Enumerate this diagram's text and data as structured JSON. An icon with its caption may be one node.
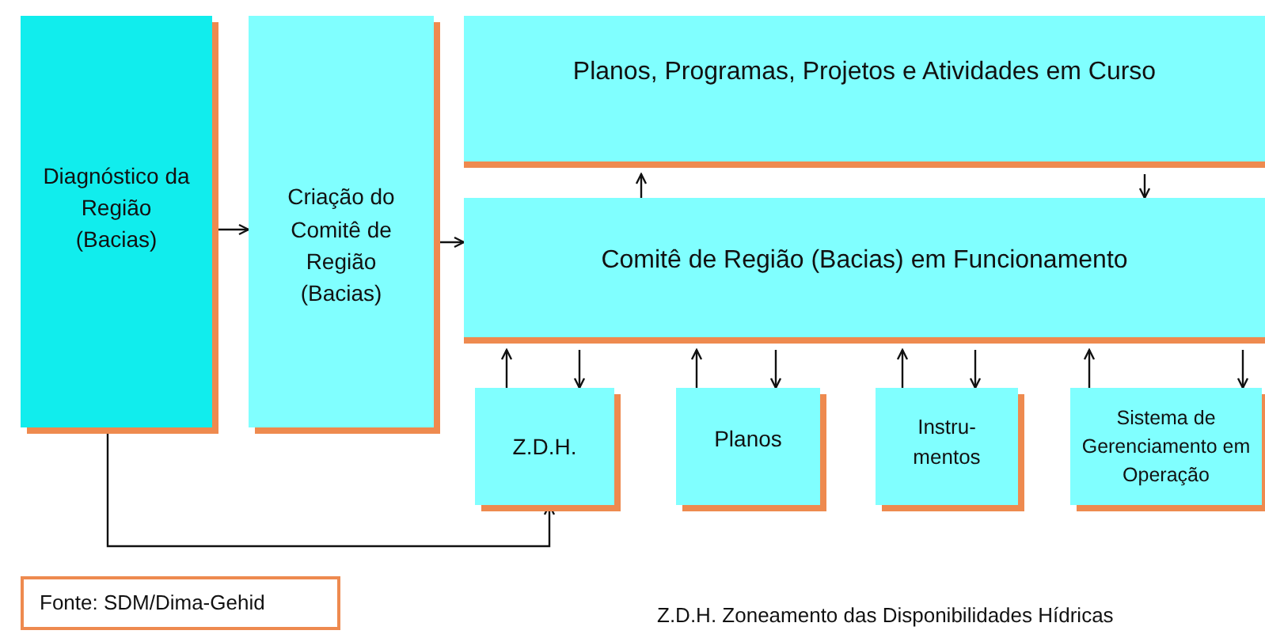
{
  "diagram": {
    "nodes": [
      {
        "text": [
          "Diagnóstico da Região (Bacias)"
        ]
      },
      {
        "text": [
          "Criação do Comitê de Região (Bacias)"
        ]
      },
      {
        "text": [
          "Planos, Programas, Projetos e Atividades em Curso"
        ]
      },
      {
        "text": [
          "Comitê de Região (Bacias) em Funcionamento"
        ]
      },
      {
        "text": [
          "Z.D.H."
        ]
      },
      {
        "text": [
          "Planos"
        ]
      },
      {
        "text": [
          "Instru- mentos"
        ]
      },
      {
        "text": [
          "Sistema de Gerenciamento em Operação"
        ]
      },
      {
        "text": [
          "Fonte: SDM/Dima-Gehid"
        ]
      }
    ],
    "edges": [
      {
        "from": 0,
        "to": 1,
        "arrow": "to"
      },
      {
        "from": 1,
        "to": 3,
        "arrow": "to"
      },
      {
        "from": 3,
        "to": 2,
        "arrow": "to"
      },
      {
        "from": 2,
        "to": 3,
        "arrow": "to"
      },
      {
        "from": 4,
        "to": 3,
        "arrow": "to"
      },
      {
        "from": 3,
        "to": 4,
        "arrow": "to"
      },
      {
        "from": 5,
        "to": 3,
        "arrow": "to"
      },
      {
        "from": 3,
        "to": 5,
        "arrow": "to"
      },
      {
        "from": 6,
        "to": 3,
        "arrow": "to"
      },
      {
        "from": 3,
        "to": 6,
        "arrow": "to"
      },
      {
        "from": 7,
        "to": 3,
        "arrow": "to"
      },
      {
        "from": 3,
        "to": 7,
        "arrow": "to"
      },
      {
        "from": 0,
        "to": 4,
        "arrow": "to"
      }
    ],
    "labels": [
      "Z.D.H. Zoneamento das Disponibilidades Hídricas"
    ]
  }
}
